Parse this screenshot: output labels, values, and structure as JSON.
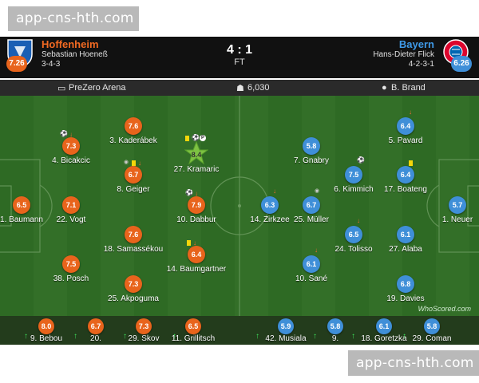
{
  "watermark": {
    "text": "app-cns-hth.com"
  },
  "header": {
    "home": {
      "name": "Hoffenheim",
      "coach": "Sebastian Hoeneß",
      "formation": "3-4-3",
      "rating": "7.26",
      "crest_color": "#1a5fb4"
    },
    "away": {
      "name": "Bayern",
      "coach": "Hans-Dieter Flick",
      "formation": "4-2-3-1",
      "rating": "6.26",
      "crest_color": "#dc052d"
    },
    "score": "4 : 1",
    "status": "FT"
  },
  "info": {
    "stadium": "PreZero Arena",
    "attendance": "6,030",
    "referee": "B. Brand"
  },
  "colors": {
    "home": "#e8641c",
    "away": "#3f8fd8",
    "motm": "#7dc242"
  },
  "home_players": [
    {
      "rating": "6.5",
      "name": "1. Baumann"
    },
    {
      "rating": "7.3",
      "name": "4. Bicakcic"
    },
    {
      "rating": "7.1",
      "name": "22. Vogt"
    },
    {
      "rating": "7.5",
      "name": "38. Posch"
    },
    {
      "rating": "7.6",
      "name": "3. Kaderábek"
    },
    {
      "rating": "6.7",
      "name": "8. Geiger"
    },
    {
      "rating": "7.6",
      "name": "18. Samassékou"
    },
    {
      "rating": "7.3",
      "name": "25. Akpoguma"
    },
    {
      "rating": "8.4",
      "name": "27. Kramaric"
    },
    {
      "rating": "7.9",
      "name": "10. Dabbur"
    },
    {
      "rating": "6.4",
      "name": "14. Baumgartner"
    }
  ],
  "away_players": [
    {
      "rating": "5.7",
      "name": "1. Neuer"
    },
    {
      "rating": "6.4",
      "name": "5. Pavard"
    },
    {
      "rating": "6.4",
      "name": "17. Boateng"
    },
    {
      "rating": "6.1",
      "name": "27. Alaba"
    },
    {
      "rating": "6.8",
      "name": "19. Davies"
    },
    {
      "rating": "7.5",
      "name": "6. Kimmich"
    },
    {
      "rating": "6.5",
      "name": "24. Tolisso"
    },
    {
      "rating": "5.8",
      "name": "7. Gnabry"
    },
    {
      "rating": "6.7",
      "name": "25. Müller"
    },
    {
      "rating": "6.1",
      "name": "10. Sané"
    },
    {
      "rating": "6.3",
      "name": "14. Zirkzee"
    }
  ],
  "bench": [
    {
      "rating": "8.0",
      "name": "9. Bebou",
      "team": "home"
    },
    {
      "rating": "6.7",
      "name": "20.",
      "team": "home"
    },
    {
      "rating": "7.3",
      "name": "29. Skov",
      "team": "home"
    },
    {
      "rating": "6.5",
      "name": "11. Grillitsch",
      "team": "home"
    },
    {
      "rating": "5.9",
      "name": "42. Musiala",
      "team": "away"
    },
    {
      "rating": "5.8",
      "name": "9.",
      "team": "away"
    },
    {
      "rating": "6.1",
      "name": "18. Goretzka",
      "team": "away"
    },
    {
      "rating": "5.8",
      "name": "29. Coman",
      "team": "away"
    }
  ],
  "credit": "WhoScored.com"
}
